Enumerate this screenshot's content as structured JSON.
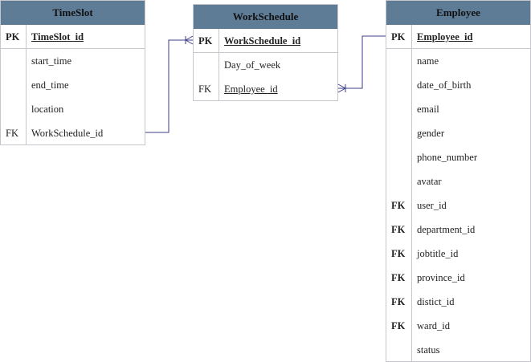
{
  "entities": {
    "timeslot": {
      "title": "TimeSlot",
      "pk": {
        "key": "PK",
        "name": "TimeSlot_id"
      },
      "fields": [
        {
          "key": "",
          "name": "start_time"
        },
        {
          "key": "",
          "name": "end_time"
        },
        {
          "key": "",
          "name": "location"
        },
        {
          "key": "FK",
          "name": "WorkSchedule_id"
        }
      ]
    },
    "workschedule": {
      "title": "WorkSchedule",
      "pk": {
        "key": "PK",
        "name": "WorkSchedule_id"
      },
      "fields": [
        {
          "key": "",
          "name": "Day_of_week"
        },
        {
          "key": "FK",
          "name": "Employee_id"
        }
      ]
    },
    "employee": {
      "title": "Employee",
      "pk": {
        "key": "PK",
        "name": "Employee_id"
      },
      "fields": [
        {
          "key": "",
          "name": "name"
        },
        {
          "key": "",
          "name": "date_of_birth"
        },
        {
          "key": "",
          "name": "email"
        },
        {
          "key": "",
          "name": "gender"
        },
        {
          "key": "",
          "name": "phone_number"
        },
        {
          "key": "",
          "name": "avatar"
        },
        {
          "key": "FK",
          "name": "user_id"
        },
        {
          "key": "FK",
          "name": "department_id"
        },
        {
          "key": "FK",
          "name": "jobtitle_id"
        },
        {
          "key": "FK",
          "name": "province_id"
        },
        {
          "key": "FK",
          "name": "distict_id"
        },
        {
          "key": "FK",
          "name": "ward_id"
        },
        {
          "key": "",
          "name": "status"
        }
      ]
    }
  },
  "colors": {
    "header": "#5f7c97",
    "border": "#c6c6cc",
    "connector": "#3c3c8a"
  }
}
